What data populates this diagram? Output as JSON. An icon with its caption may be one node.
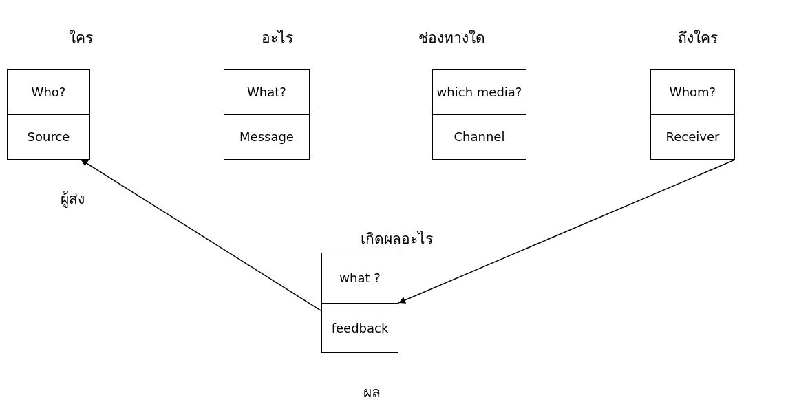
{
  "diagram": {
    "nodes": [
      {
        "text": [
          "Who?",
          "Source"
        ],
        "beside": [
          "ใคร",
          "ผู้ส่ง"
        ]
      },
      {
        "text": [
          "What?",
          "Message"
        ],
        "beside": [
          "อะไร"
        ]
      },
      {
        "text": [
          "which media?",
          "Channel"
        ],
        "beside": [
          "ช่องทางใด"
        ]
      },
      {
        "text": [
          "Whom?",
          "Receiver"
        ],
        "beside": [
          "ถึงใคร"
        ]
      },
      {
        "text": [
          "what ?",
          "feedback"
        ],
        "beside": [
          "เกิดผลอะไร",
          "ผล"
        ]
      }
    ],
    "edges": [
      {
        "from": 3,
        "to": 4,
        "arrow": "to"
      },
      {
        "from": 4,
        "to": 0,
        "arrow": "to"
      }
    ]
  }
}
